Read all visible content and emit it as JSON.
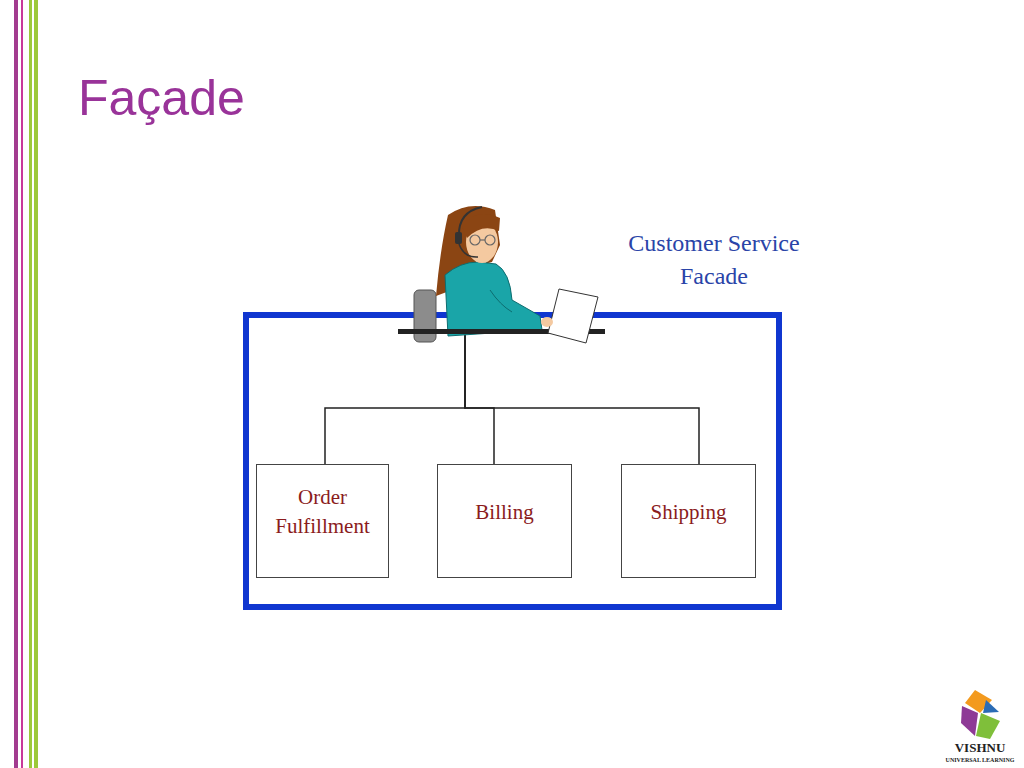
{
  "diagram": {
    "title": "Façade",
    "nodes": [
      {
        "text": [
          "Customer Service Facade"
        ]
      },
      {
        "text": [
          "Order Fulfillment"
        ],
        "in": 0
      },
      {
        "text": [
          "Billing"
        ],
        "in": 0
      },
      {
        "text": [
          "Shipping"
        ],
        "in": 0
      }
    ],
    "edges": [
      {
        "from": 0,
        "to": 1,
        "arrow": "none"
      },
      {
        "from": 0,
        "to": 2,
        "arrow": "none"
      },
      {
        "from": 0,
        "to": 3,
        "arrow": "none"
      }
    ],
    "labels": [
      "VISHNU",
      "UNIVERSAL LEARNING"
    ]
  }
}
